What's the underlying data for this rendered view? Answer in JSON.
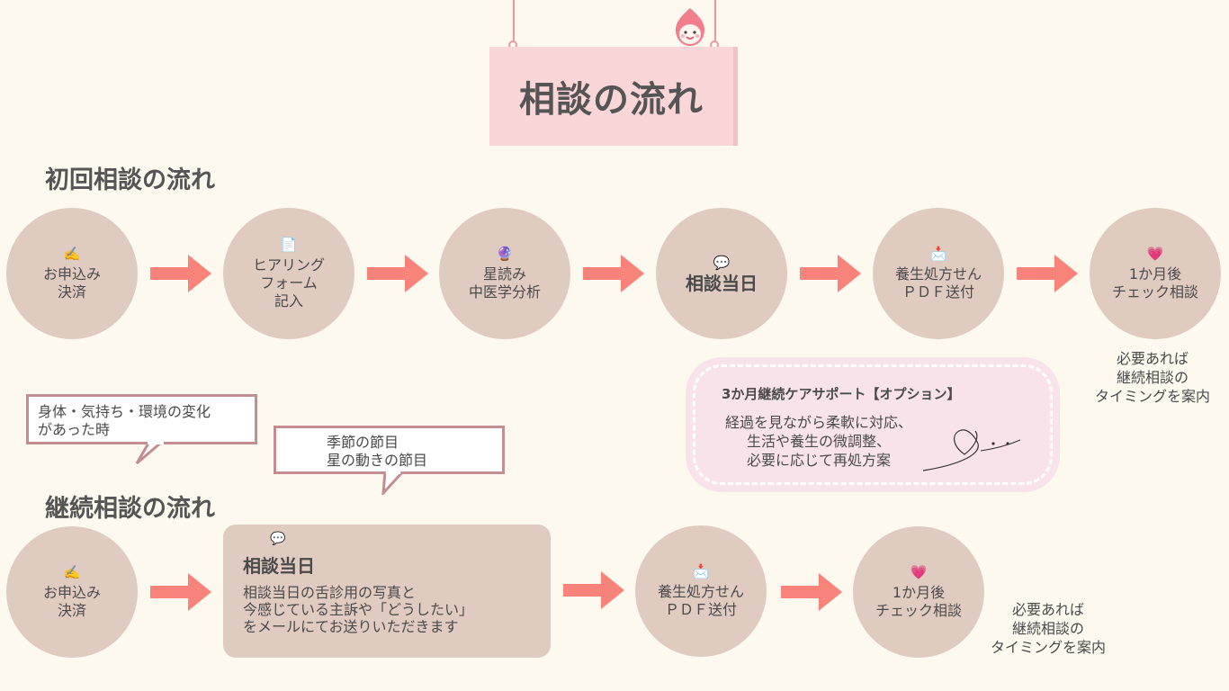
{
  "sign": {
    "title": "相談の流れ"
  },
  "sections": {
    "initial_title": "初回相談の流れ",
    "continuation_title": "継続相談の流れ"
  },
  "initial_steps": [
    {
      "icon": "✍️",
      "icon_name": "writing-hand-icon",
      "label": "お申込み\n決済"
    },
    {
      "icon": "📄",
      "icon_name": "document-icon",
      "label": "ヒアリング\nフォーム\n記入"
    },
    {
      "icon": "🔮",
      "icon_name": "crystal-ball-icon",
      "label": "星読み\n中医学分析"
    },
    {
      "icon": "💬",
      "icon_name": "speech-bubble-icon",
      "label": "相談当日"
    },
    {
      "icon": "📩",
      "icon_name": "envelope-icon",
      "label": "養生処方せん\nＰＤＦ送付"
    },
    {
      "icon": "💗",
      "icon_name": "heart-hand-icon",
      "label": "1か月後\nチェック相談"
    }
  ],
  "initial_note": "必要あれば\n継続相談の\nタイミングを案内",
  "option": {
    "title": "3か月継続ケアサポート【オプション】",
    "body": "経過を見ながら柔軟に対応、\n生活や養生の微調整、\n必要に応じて再処方案"
  },
  "bubbles": {
    "change": "身体・気持ち・環境の変化\nがあった時",
    "season": "季節の節目\n星の動きの節目"
  },
  "continuation_steps": [
    {
      "icon": "✍️",
      "icon_name": "writing-hand-icon",
      "label": "お申込み\n決済"
    },
    {
      "icon": "📩",
      "icon_name": "envelope-icon",
      "label": "養生処方せん\nＰＤＦ送付"
    },
    {
      "icon": "💗",
      "icon_name": "heart-hand-icon",
      "label": "1か月後\nチェック相談"
    }
  ],
  "consult_day": {
    "icon": "💬",
    "title": "相談当日",
    "body": "相談当日の舌診用の写真と\n今感じている主訴や「どうしたい」\nをメールにてお送りいただきます"
  },
  "continuation_note": "必要あれば\n継続相談の\nタイミングを案内",
  "colors": {
    "circle": "#dfcbc0",
    "arrow": "#f7837a",
    "sign": "#fbd6d8",
    "option_bg": "#f9e3ea",
    "bubble_border": "#c48d92"
  }
}
